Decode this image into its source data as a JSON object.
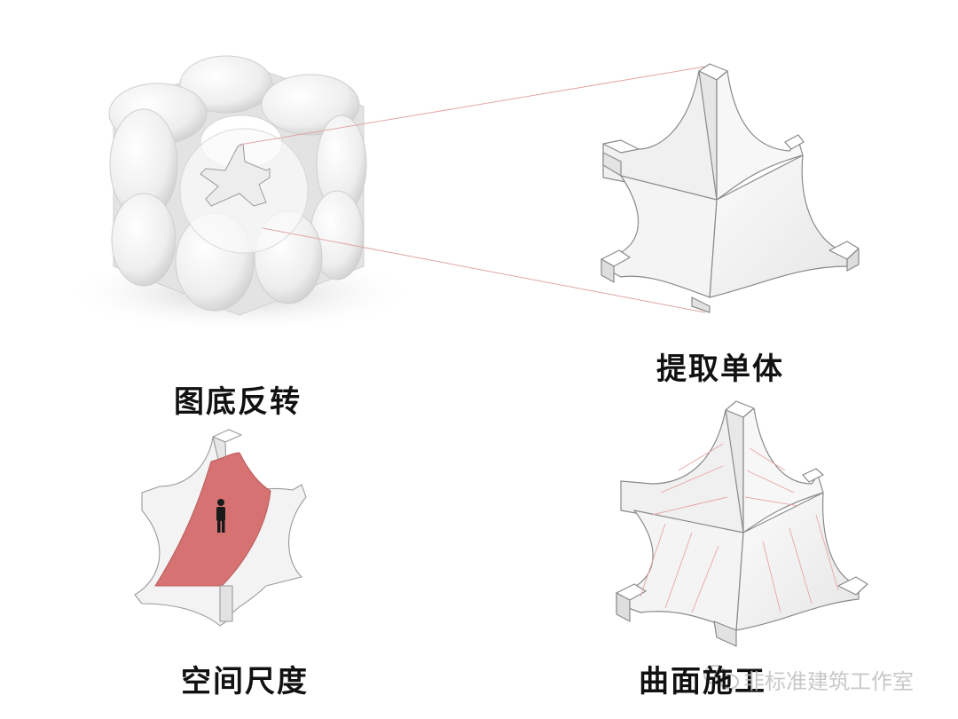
{
  "panels": {
    "inversion": {
      "caption": "图底反转"
    },
    "extract": {
      "caption": "提取单体"
    },
    "scale": {
      "caption": "空间尺度"
    },
    "construction": {
      "caption": "曲面施工"
    }
  },
  "watermark": {
    "text": "非标准建筑工作室",
    "icon": "wechat-icon"
  },
  "colors": {
    "shell": "#f2f2f2",
    "shell_shadow": "#d4d4d4",
    "edge": "#8a8a8a",
    "guide_line": "#e2a6a6",
    "highlight": "#d67272",
    "seam": "#e9a5a5",
    "figure": "#1a1a1a"
  }
}
